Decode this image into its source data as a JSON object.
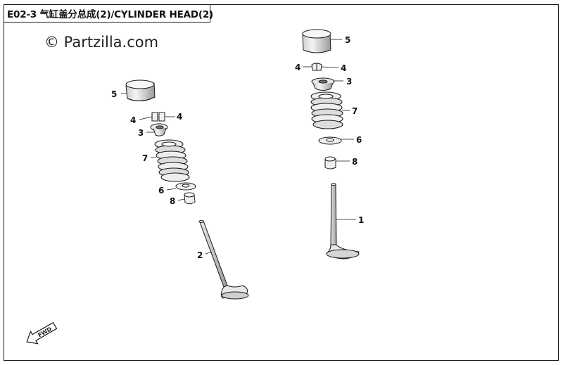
{
  "title": "E02-3 气缸盖分总成(2)/CYLINDER HEAD(2)",
  "watermark": "© Partzilla.com",
  "direction_indicator": "FWD",
  "callouts": {
    "left_assembly": {
      "tappet": "5",
      "cotter_a": "4",
      "cotter_b": "4",
      "retainer": "3",
      "spring": "7",
      "spring_seat": "6",
      "stem_seal": "8",
      "valve": "2"
    },
    "right_assembly": {
      "tappet": "5",
      "cotter_a": "4",
      "cotter_b": "4",
      "retainer": "3",
      "spring": "7",
      "spring_seat": "6",
      "stem_seal": "8",
      "valve": "1"
    }
  },
  "colors": {
    "line": "#1a1a1a",
    "shade": "#8a8a8a",
    "light": "#d9d9d9",
    "background": "#ffffff"
  }
}
